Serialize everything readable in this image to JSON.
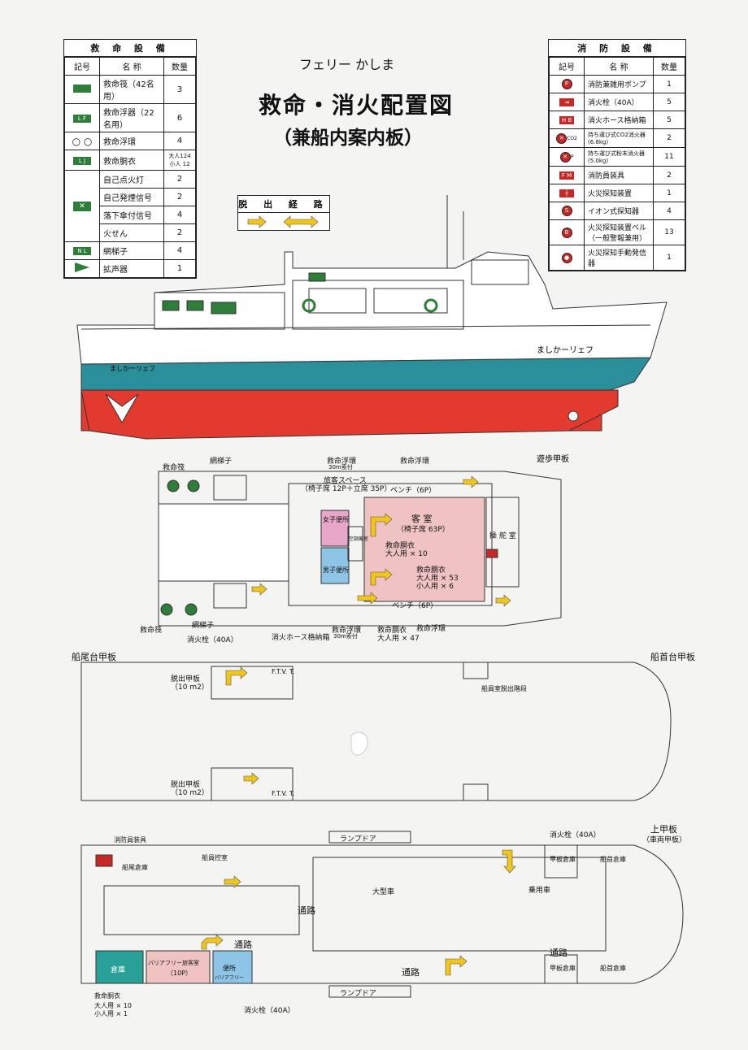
{
  "header": {
    "ferry_name": "フェリー かしま",
    "title": "救命・消火配置図",
    "subtitle": "（兼船内案内板）"
  },
  "lifesaving": {
    "title": "救 命 設 備",
    "col_symbol": "記号",
    "col_name": "名 称",
    "col_qty": "数量",
    "rows": [
      {
        "symbol": "",
        "name": "救命筏（42名用）",
        "qty": "3"
      },
      {
        "symbol": "L F",
        "name": "救命浮器（22名用）",
        "qty": "6"
      },
      {
        "symbol": "",
        "name": "救命浮環",
        "qty": "4"
      },
      {
        "symbol": "L J",
        "name": "救命胴衣",
        "qty": "大人124 小人 12"
      },
      {
        "symbol": "",
        "name": "自己点火灯",
        "qty": "2"
      },
      {
        "symbol": "",
        "name": "自己発煙信号",
        "qty": "2"
      },
      {
        "symbol": "",
        "name": "落下傘付信号",
        "qty": "4"
      },
      {
        "symbol": "",
        "name": "火せん",
        "qty": "2"
      },
      {
        "symbol": "N L",
        "name": "網梯子",
        "qty": "4"
      },
      {
        "symbol": "",
        "name": "拡声器",
        "qty": "1"
      }
    ]
  },
  "fire": {
    "title": "消 防 設 備",
    "col_symbol": "記号",
    "col_name": "名 称",
    "col_qty": "数量",
    "rows": [
      {
        "symbol": "P",
        "name": "消防兼雑用ポンプ",
        "qty": "1"
      },
      {
        "symbol": "",
        "name": "消火栓（40A）",
        "qty": "5"
      },
      {
        "symbol": "H B",
        "name": "消火ホース格納箱",
        "qty": "5"
      },
      {
        "symbol": "CO2",
        "name": "持ち運び式CO2消火器(6.8kg)",
        "qty": "2"
      },
      {
        "symbol": "P",
        "name": "持ち運び式粉末消火器(5.0kg)",
        "qty": "11"
      },
      {
        "symbol": "F M",
        "name": "消防員装具",
        "qty": "2"
      },
      {
        "symbol": "",
        "name": "火災探知装置",
        "qty": "1"
      },
      {
        "symbol": "S",
        "name": "イオン式探知器",
        "qty": "4"
      },
      {
        "symbol": "B",
        "name": "火災探知装置ベル （一般警報兼用）",
        "qty": "13"
      },
      {
        "symbol": "",
        "name": "火災探知手動発信器",
        "qty": "1"
      }
    ]
  },
  "escape_route": {
    "title": "脱 出 経 路"
  },
  "ship_profile": {
    "hull_name": "ましかーリェフ",
    "stern_name": "ましかーリェフ"
  },
  "promenade_deck": {
    "title": "遊歩甲板",
    "labels": {
      "lifeboat_top": "救命筏",
      "ladder_top": "網梯子",
      "buoy_top": "救命浮環",
      "buoy_top_note": "30m索付",
      "buoy_top2": "救命浮環",
      "passenger_space": "旅客スペース",
      "passenger_space_note": "（椅子席 12P＋立席 35P）",
      "bench_top": "ベンチ（6P）",
      "cabin": "客 室",
      "cabin_note": "（椅子席 63P）",
      "wheelhouse": "操 舵 室",
      "womens_toilet": "女子便所",
      "mens_toilet": "男子便所",
      "ac_room": "空調機室",
      "lifejacket1": "救命胴衣",
      "lifejacket1_note": "大人用 × 10",
      "lifejacket2": "救命胴衣",
      "lifejacket2_note1": "大人用 × 53",
      "lifejacket2_note2": "小人用 × 6",
      "bench_bottom": "ベンチ（6P）",
      "lifeboat_bottom": "救命筏",
      "ladder_bottom": "網梯子",
      "hydrant": "消火栓（40A）",
      "hose_box": "消火ホース格納箱",
      "buoy_bottom": "救命浮環",
      "buoy_bottom_note": "30m索付",
      "lifejacket3": "救命胴衣",
      "lifejacket3_note": "大人用 × 47",
      "buoy_bottom2": "救命浮環"
    }
  },
  "stern_deck": {
    "title": "船尾台甲板",
    "bow_title": "船首台甲板",
    "escape_top": "脱出甲板",
    "escape_top_note": "（10 m2）",
    "escape_bottom": "脱出甲板",
    "escape_bottom_note": "（10 m2）",
    "crew_stairs": "船員室脱出階段",
    "fvt": "F.T.V. T.",
    "fvt2": "F.T.V. T."
  },
  "upper_deck": {
    "title": "上甲板",
    "title_note": "（車両甲板）",
    "ramp_top": "ランプドア",
    "ramp_bottom": "ランプドア",
    "fireman_gear": "消防員装具",
    "hydrant_top": "消火栓（40A）",
    "stern_store": "船尾倉庫",
    "crew_rest": "船員控室",
    "large_vehicles": "大型車",
    "passenger_cars": "乗用車",
    "deck_store_top": "甲板倉庫",
    "bow_store_top": "船首倉庫",
    "passage_center": "通路",
    "passage_top": "通路",
    "passage_mid": "通路",
    "passage_right": "通路",
    "storage": "倉庫",
    "barrier_free_room": "バリアフリー旅客室",
    "barrier_free_room_note": "（10P）",
    "toilet": "便所",
    "toilet_note": "バリアフリー",
    "deck_store_bottom": "甲板倉庫",
    "bow_store_bottom": "船首倉庫",
    "lifejacket": "救命胴衣",
    "lifejacket_note1": "大人用 × 10",
    "lifejacket_note2": "小人用 × 1",
    "hydrant_bottom": "消火栓（40A）"
  },
  "colors": {
    "hull_teal": "#2b8f9a",
    "hull_red": "#e23a2e",
    "escape_yellow": "#f2c51a",
    "cabin_pink": "#f0c3c3",
    "womens_pink": "#e8a6c8",
    "mens_blue": "#8ec5e6",
    "storage_teal": "#2aa198",
    "green_equipment": "#2e7d3a",
    "red_equipment": "#c62828"
  }
}
